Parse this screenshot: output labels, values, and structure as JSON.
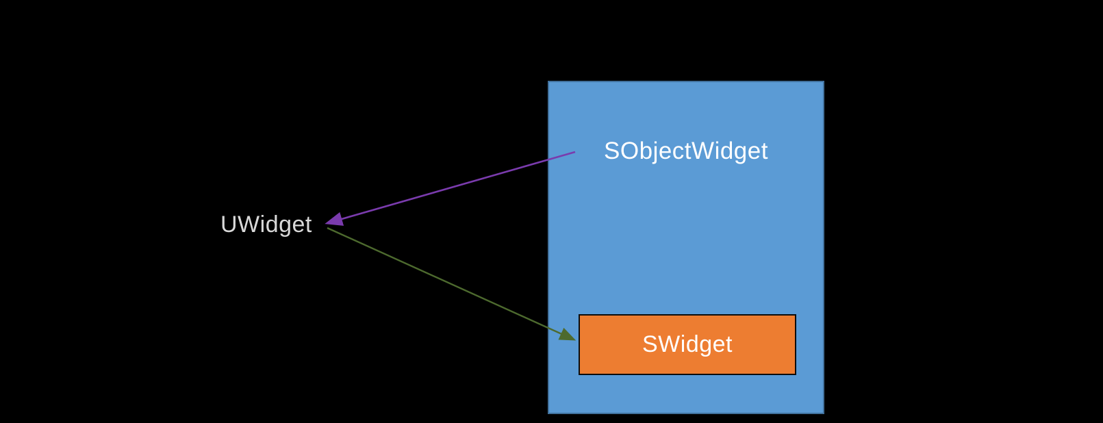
{
  "diagram": {
    "background_color": "#000000",
    "nodes": {
      "sobjectwidget": {
        "label": "SObjectWidget",
        "fill": "#5B9BD5",
        "border_color": "#41719C",
        "text_color": "#FFFFFF"
      },
      "swidget": {
        "label": "SWidget",
        "fill": "#ED7D31",
        "border_color": "#0D0D0D",
        "text_color": "#FFFFFF"
      },
      "uwidget": {
        "label": "UWidget",
        "text_color": "#D9D9D9"
      }
    },
    "arrows": {
      "sobjectwidget_to_uwidget": {
        "color": "#7A3BAD",
        "from": "SObjectWidget",
        "to": "UWidget"
      },
      "uwidget_to_swidget": {
        "color": "#4D6A2E",
        "from": "UWidget",
        "to": "SWidget"
      }
    }
  }
}
